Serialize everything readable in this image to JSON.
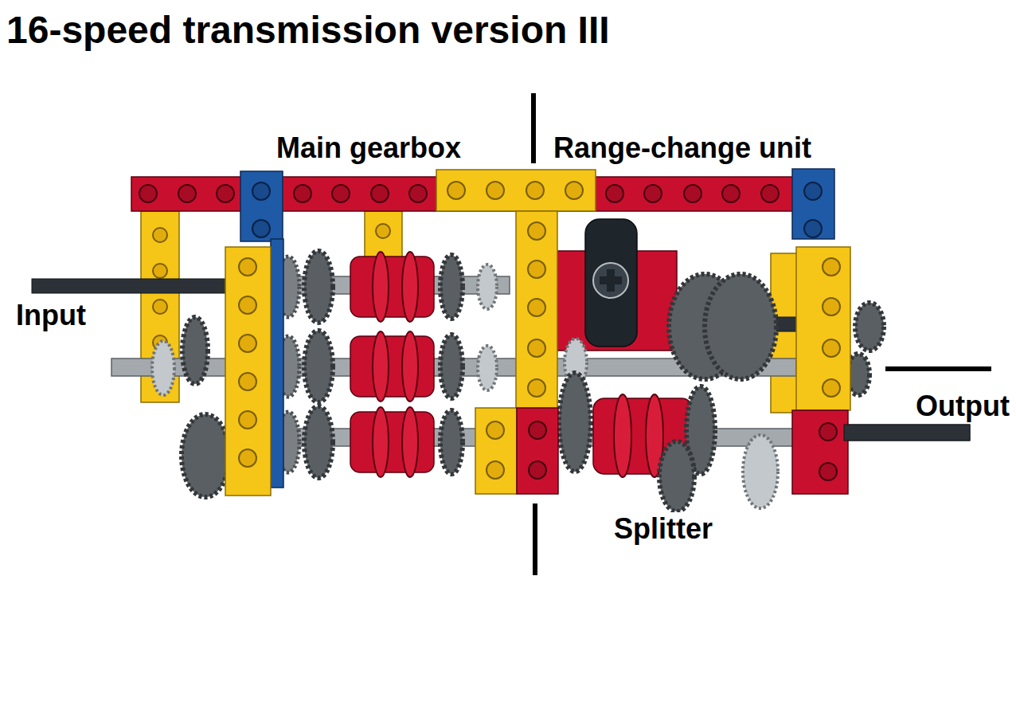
{
  "diagram": {
    "title": "16-speed transmission version III",
    "labels": [
      "Main gearbox",
      "Range-change unit",
      "Input",
      "Output",
      "Splitter"
    ]
  }
}
